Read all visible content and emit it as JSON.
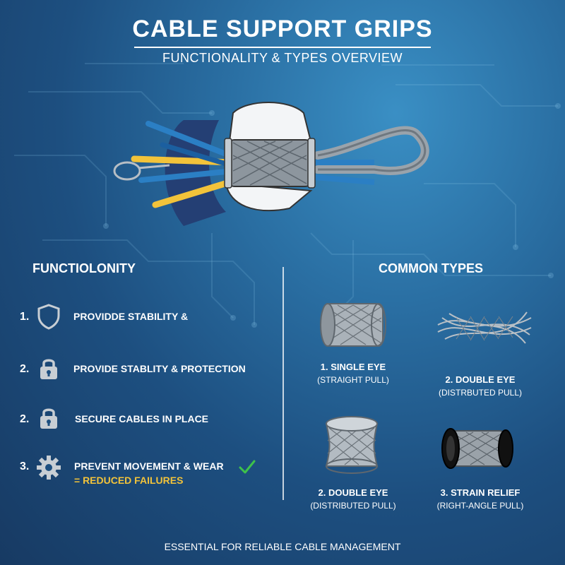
{
  "header": {
    "title": "CABLE SUPPORT GRIPS",
    "subtitle": "FUNCTIONALITY & TYPES OVERVIEW"
  },
  "functionality": {
    "heading": "FUNCTIOLONITY",
    "items": [
      {
        "number": "1.",
        "icon": "shield-icon",
        "text": "PROVIDDE STABILITY &"
      },
      {
        "number": "2.",
        "icon": "lock-icon",
        "text": "PROVIDE STABLITY & PROTECTION"
      },
      {
        "number": "2.",
        "icon": "lock-icon",
        "text": "SECURE CABLES IN PLACE"
      },
      {
        "number": "3.",
        "icon": "gear-icon",
        "text": "PREVENT MOVEMENT & WEAR",
        "accent": "= REDUCED FAILURES",
        "badge": "check-icon"
      }
    ]
  },
  "types": {
    "heading": "COMMON TYPES",
    "items": [
      {
        "title": "1. SINGLE EYE",
        "subtitle": "(STRAIGHT PULL)"
      },
      {
        "title": "2. DOUBLE EYE",
        "subtitle": "(DISTRBUTED PULL)"
      },
      {
        "title": "2. DOUBLE EYE",
        "subtitle": "(DISTRIBUTED PULL)"
      },
      {
        "title": "3. STRAIN RELIEF",
        "subtitle": "(RIGHT-ANGLE PULL)"
      }
    ]
  },
  "footer": {
    "text": "ESSENTIAL FOR RELIABLE CABLE MANAGEMENT"
  },
  "colors": {
    "accent": "#f2c33a",
    "check": "#3ec24a",
    "background": "#1d4f80"
  }
}
